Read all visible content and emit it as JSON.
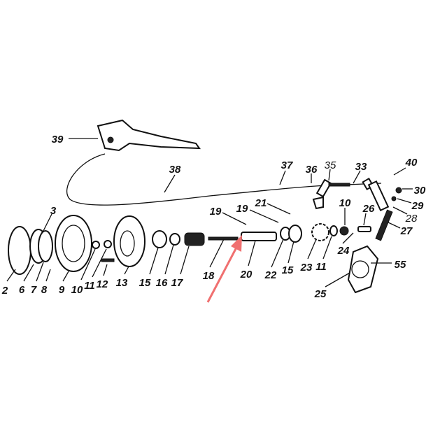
{
  "diagram": {
    "type": "exploded parts diagram",
    "arrow_color": "#f07070",
    "labels": {
      "p39": "39",
      "p38": "38",
      "p37": "37",
      "p36": "36",
      "p35": "35",
      "p33": "33",
      "p40": "40",
      "p30": "30",
      "p29": "29",
      "p28": "28",
      "p27": "27",
      "p26": "26",
      "p10b": "10",
      "p24": "24",
      "p21": "21",
      "p19a": "19",
      "p19b": "19",
      "p18": "18",
      "p20": "20",
      "p22": "22",
      "p15b": "15",
      "p23": "23",
      "p11b": "11",
      "p55": "55",
      "p25": "25",
      "p3": "3",
      "p2": "2",
      "p6": "6",
      "p7": "7",
      "p8": "8",
      "p9": "9",
      "p10": "10",
      "p11": "11",
      "p12": "12",
      "p13": "13",
      "p15": "15",
      "p16": "16",
      "p17": "17"
    }
  }
}
